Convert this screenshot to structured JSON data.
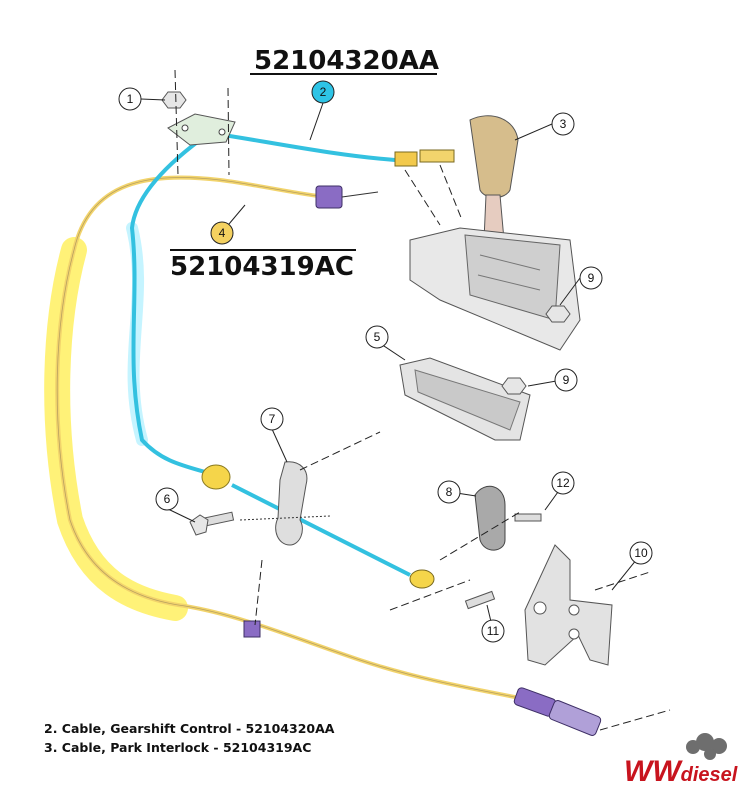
{
  "part_numbers": {
    "gearshift_cable": "52104320AA",
    "park_interlock_cable": "52104319AC"
  },
  "callouts": [
    "1",
    "2",
    "3",
    "4",
    "5",
    "6",
    "7",
    "8",
    "9",
    "9",
    "10",
    "11",
    "12"
  ],
  "legend": {
    "line_1": "2. Cable, Gearshift Control - 52104320AA",
    "line_2": "3. Cable, Park Interlock - 52104319AC"
  },
  "logo": {
    "part_1": "WW",
    "part_2": "diesel"
  },
  "colors": {
    "gearshift_cable": "#33c1e0",
    "park_cable": "#f2d46c",
    "highlight_yellow": "#fff060",
    "highlight_cyan": "#bff3ff",
    "callout_2": "#2ec4e6",
    "callout_3": "#f4d160",
    "knob": "#d6bd8c",
    "purple_part": "#8a6cc4",
    "bracket": "#dcdcdc",
    "logo_red": "#c8141e"
  }
}
